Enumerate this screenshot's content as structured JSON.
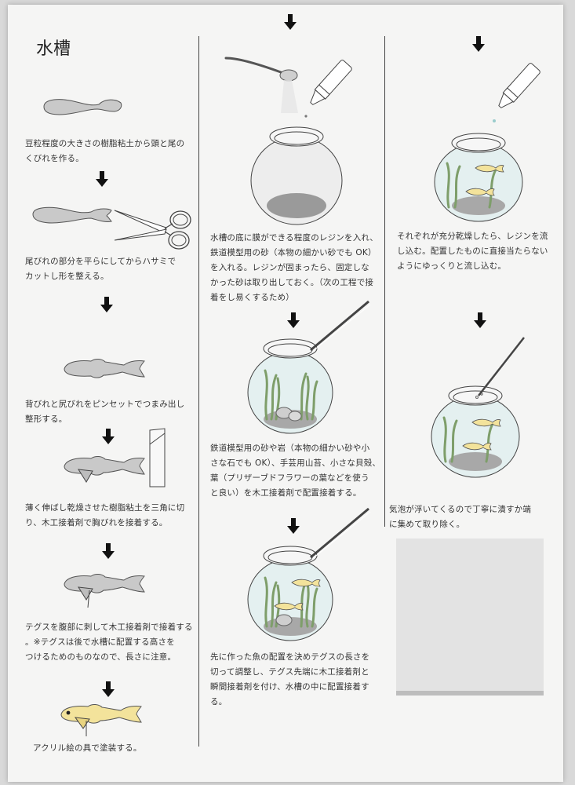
{
  "title": "水槽",
  "col1": {
    "step1": "豆粒程度の大きさの樹脂粘土から頭と尾の\nくびれを作る。",
    "step2": "尾びれの部分を平らにしてからハサミで\nカットし形を整える。",
    "step3": "背びれと尻びれをピンセットでつまみ出し\n整形する。",
    "step4": "薄く伸ばし乾燥させた樹脂粘土を三角に切\nり、木工接着剤で胸びれを接着する。",
    "step5": "テグスを腹部に刺して木工接着剤で接着する\n。※テグスは後で水槽に配置する高さを\nつけるためのものなので、長さに注意。",
    "step6": "アクリル絵の具で塗装する。"
  },
  "col2": {
    "step1": "水槽の底に膜ができる程度のレジンを入れ、\n鉄道模型用の砂（本物の細かい砂でも OK）\nを入れる。レジンが固まったら、固定しな\nかった砂は取り出しておく。（次の工程で接\n着をし易くするため）",
    "step2": "鉄道模型用の砂や岩（本物の細かい砂や小\nさな石でも OK）、手芸用山苔、小さな貝殻、\n葉（プリザーブドフラワーの葉などを使う\nと良い）を木工接着剤で配置接着する。",
    "step3": "先に作った魚の配置を決めテグスの長さを\n切って調整し、テグス先端に木工接着剤と\n瞬間接着剤を付け、水槽の中に配置接着す\nる。"
  },
  "col3": {
    "step1": "それぞれが充分乾燥したら、レジンを流\nし込む。配置したものに直接当たらない\nようにゆっくりと流し込む。",
    "step2": "気泡が浮いてくるので丁寧に潰すか端\nに集めて取り除く。"
  },
  "colors": {
    "clay": "#c9c9c9",
    "clay_outline": "#555555",
    "fish_paint": "#f3e39b",
    "glass_tint": "#e4f0f0",
    "plant": "#7e9e6a",
    "sand": "#9a9a9a"
  },
  "icons": [
    "down-arrow-icon",
    "fish-clay-illustration",
    "scissors-icon",
    "tweezers-icon",
    "spoon-icon",
    "glue-bottle-icon",
    "fishbowl-illustration"
  ]
}
